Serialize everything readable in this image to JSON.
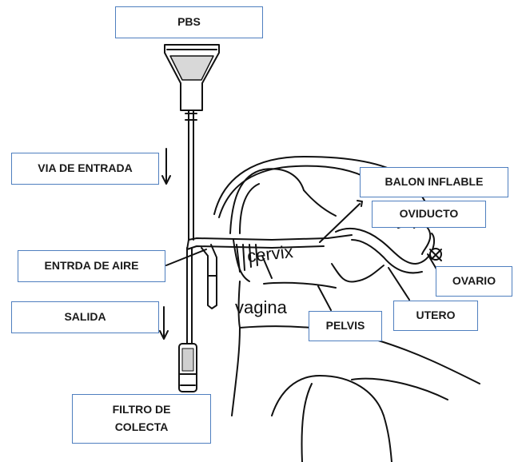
{
  "labels": {
    "pbs": "PBS",
    "via_entrada": "VIA DE ENTRADA",
    "entrada_aire": "ENTRDA DE AIRE",
    "salida": "SALIDA",
    "filtro_line1": "FILTRO DE",
    "filtro_line2": "COLECTA",
    "balon": "BALON INFLABLE",
    "oviducto": "OVIDUCTO",
    "ovario": "OVARIO",
    "utero": "UTERO",
    "pelvis": "PELVIS"
  },
  "drawing_text": {
    "cervix": "cervix",
    "vagina": "vagina"
  },
  "colors": {
    "box_border": "#4f7fbf",
    "line": "#111111"
  }
}
